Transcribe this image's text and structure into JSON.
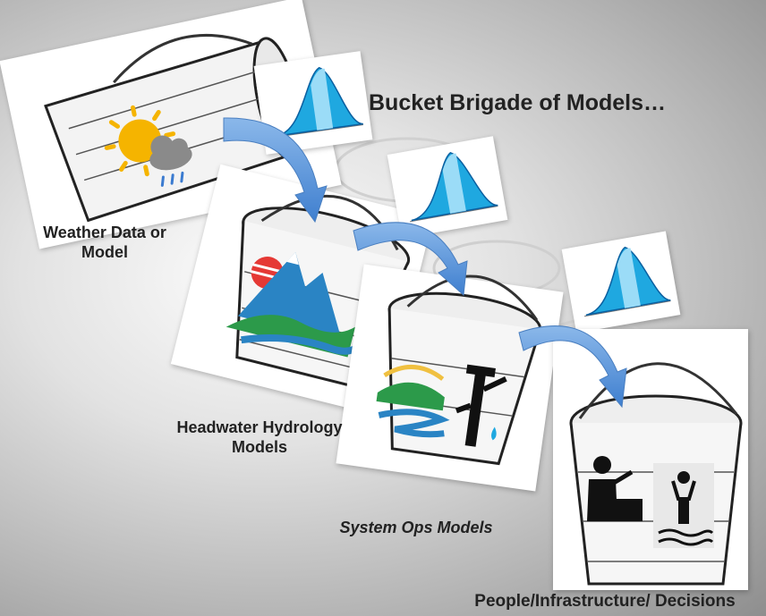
{
  "title": "Bucket Brigade of Models…",
  "stages": {
    "weather": "Weather Data or\nModel",
    "headwater": "Headwater Hydrology\nModels",
    "system_ops": "System Ops Models",
    "people": "People/Infrastructure/ Decisions"
  },
  "colors": {
    "arrow": "#5b93d6",
    "distribution": "#1fa8e0",
    "mountain": "#2a84c4",
    "hill": "#2c9a4a",
    "sun": "#f5b400"
  }
}
